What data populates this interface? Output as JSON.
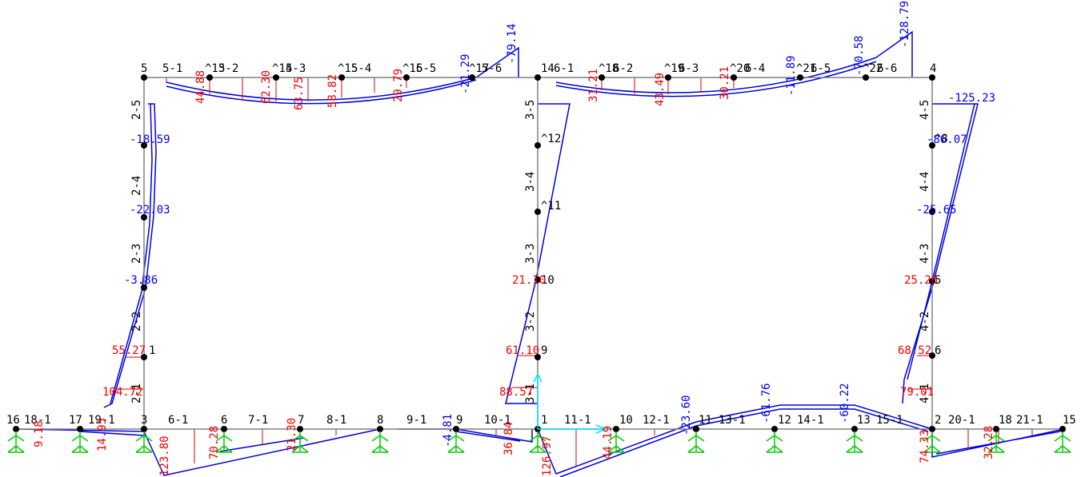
{
  "colors": {
    "frame": "#808080",
    "node": "#000000",
    "diagram": "#0000dd",
    "positive_hatch": "#dd0000",
    "positive_label": "#ee0000",
    "negative_label": "#0000ee",
    "support": "#00cc00",
    "axis": "#00e5ff"
  },
  "icons": {
    "support": "fixed-support-icon",
    "axis": "coordinate-axis-icon"
  },
  "nodes": [
    {
      "id": "n5",
      "label": "5"
    },
    {
      "id": "n13",
      "label": "^13"
    },
    {
      "id": "n14t",
      "label": "^14"
    },
    {
      "id": "n15",
      "label": "^15"
    },
    {
      "id": "n16",
      "label": "^16"
    },
    {
      "id": "n17",
      "label": "^17"
    },
    {
      "id": "n14",
      "label": "14"
    },
    {
      "id": "n18",
      "label": "^18"
    },
    {
      "id": "n19",
      "label": "^19"
    },
    {
      "id": "n20",
      "label": "^20"
    },
    {
      "id": "n21",
      "label": "^21"
    },
    {
      "id": "n22",
      "label": "^22"
    },
    {
      "id": "n4",
      "label": "4"
    },
    {
      "id": "n12",
      "label": "^12"
    },
    {
      "id": "n11",
      "label": "^11"
    },
    {
      "id": "n10",
      "label": "10"
    },
    {
      "id": "n9",
      "label": "9"
    },
    {
      "id": "n8c",
      "label": "^8"
    },
    {
      "id": "n5r",
      "label": "5"
    },
    {
      "id": "n6r",
      "label": "6"
    },
    {
      "id": "n16b",
      "label": "16"
    },
    {
      "id": "n17b",
      "label": "17"
    },
    {
      "id": "n3",
      "label": "3"
    },
    {
      "id": "n6",
      "label": "6"
    },
    {
      "id": "n7",
      "label": "7"
    },
    {
      "id": "n8",
      "label": "8"
    },
    {
      "id": "n9b",
      "label": "9"
    },
    {
      "id": "n1",
      "label": "1"
    },
    {
      "id": "n10b",
      "label": "10"
    },
    {
      "id": "n11b",
      "label": "11"
    },
    {
      "id": "n12b",
      "label": "12"
    },
    {
      "id": "n13b",
      "label": "13"
    },
    {
      "id": "n2",
      "label": "2"
    },
    {
      "id": "n18b",
      "label": "18"
    },
    {
      "id": "n15b",
      "label": "15"
    },
    {
      "id": "nl1",
      "label": "1"
    }
  ],
  "elements": [
    "5-1",
    "5-2",
    "5-3",
    "5-4",
    "5-5",
    "5-6",
    "6-1",
    "6-2",
    "6-3",
    "6-4",
    "6-5",
    "6-6",
    "2-5",
    "2-4",
    "2-3",
    "2-2",
    "2-1",
    "3-5",
    "3-4",
    "3-3",
    "3-2",
    "3-1",
    "4-5",
    "4-4",
    "4-3",
    "4-2",
    "4-1",
    "18-1",
    "19-1",
    "6-1",
    "7-1",
    "8-1",
    "9-1",
    "10-1",
    "11-1",
    "12-1",
    "13-1",
    "14-1",
    "15-1",
    "20-1",
    "21-1"
  ],
  "values": [
    "44.88",
    "62.30",
    "63.75",
    "58.82",
    "29.79",
    "-21.29",
    "-79.14",
    "31.21",
    "43.49",
    "30.21",
    "-11.89",
    "-70.58",
    "-128.79",
    "-18.59",
    "-22.03",
    "-3.86",
    "55.27",
    "104.72",
    "21.10",
    "61.10",
    "88.57",
    "-125.23",
    "-86.07",
    "-25.65",
    "25.26",
    "68.52",
    "79.01",
    "9.18",
    "14.95",
    "123.80",
    "70.28",
    "21.30",
    "-4.81",
    "36.84",
    "126.97",
    "44.19",
    "-23.60",
    "-61.76",
    "-60.22",
    "74.33",
    "32.28"
  ]
}
